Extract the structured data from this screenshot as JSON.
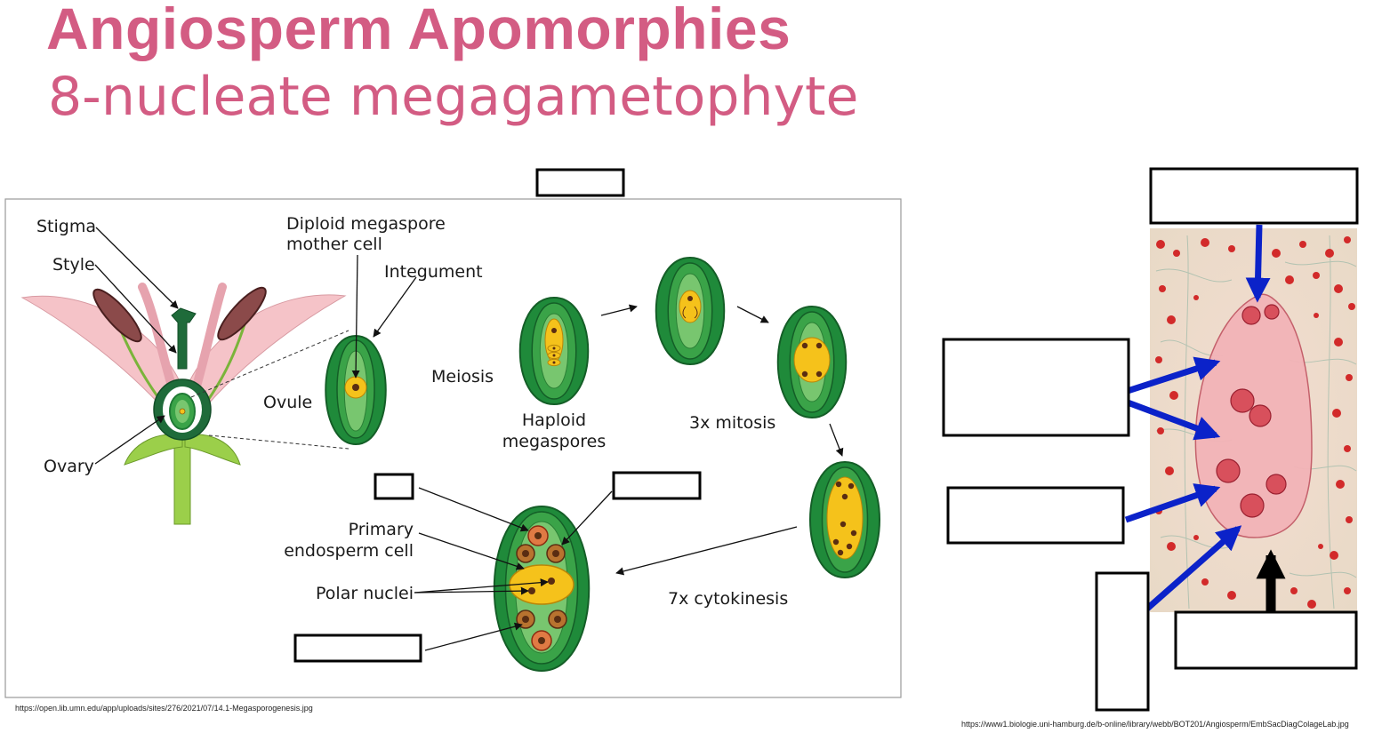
{
  "slide": {
    "title": "Angiosperm Apomorphies",
    "subtitle": "8-nucleate megagametophyte"
  },
  "diagram_left": {
    "labels": {
      "stigma": "Stigma",
      "style": "Style",
      "ovary": "Ovary",
      "ovule": "Ovule",
      "diploid_line1": "Diploid megaspore",
      "diploid_line2": "mother cell",
      "integument": "Integument",
      "meiosis": "Meiosis",
      "haploid_line1": "Haploid",
      "haploid_line2": "megaspores",
      "mitosis": "3x mitosis",
      "cytokinesis": "7x cytokinesis",
      "primary_line1": "Primary",
      "primary_line2": "endosperm cell",
      "polar": "Polar nuclei"
    },
    "source": "https://open.lib.umn.edu/app/uploads/sites/276/2021/07/14.1-Megasporogenesis.jpg"
  },
  "diagram_right": {
    "source": "https://www1.biologie.uni-hamburg.de/b-online/library/webb/BOT201/Angiosperm/EmbSacDiagColageLab.jpg"
  },
  "colors": {
    "accent": "#d35c83",
    "green_dark": "#1f7a35",
    "green_mid": "#3aa348",
    "green_light": "#78c66f",
    "yellow": "#f5c21b",
    "nucleus": "#5a2d12",
    "petal": "#f5c3c8",
    "arrow_blue": "#0b22c9"
  }
}
